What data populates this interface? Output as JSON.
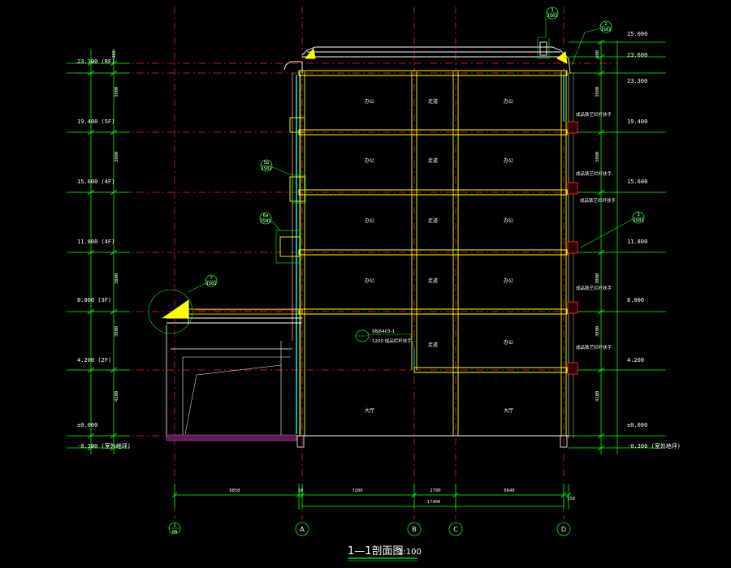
{
  "title": {
    "main": "1—1剖面图",
    "scale": "1:100"
  },
  "axes": [
    "A",
    "B",
    "C",
    "D"
  ],
  "left_axis": {
    "label": "1",
    "sub": "0A"
  },
  "dimensions": {
    "bottom_segments": [
      "6850",
      "7200",
      "2700",
      "6840"
    ],
    "bottom_total": "17400",
    "small_left": "10",
    "small_right": "150"
  },
  "levels_left": [
    {
      "value": "23.300",
      "floor": "(RF)"
    },
    {
      "value": "19.400",
      "floor": "(5F)"
    },
    {
      "value": "15.600",
      "floor": "(4F)"
    },
    {
      "value": "11.800",
      "floor": "(4F)"
    },
    {
      "value": "8.000",
      "floor": "(3F)"
    },
    {
      "value": "4.200",
      "floor": "(2F)"
    },
    {
      "value": "±0.000",
      "floor": ""
    },
    {
      "value": "-0.300",
      "floor": "(室外地坪)"
    }
  ],
  "levels_right": [
    "25.000",
    "23.600",
    "23.300",
    "19.400",
    "15.600",
    "11.800",
    "8.000",
    "4.200",
    "±0.000",
    "-0.300 (室外地坪)"
  ],
  "rooms": {
    "office": "办公",
    "corridor": "走道",
    "hall": "大厅"
  },
  "facade_note": "成品铁艺栏杆扶手",
  "railing_note": {
    "code": "98J6403-1",
    "text": "1200 成品栏杆扶手"
  },
  "detail_tags": [
    {
      "num": "1",
      "sheet": "JS01"
    },
    {
      "num": "2",
      "sheet": "JS01"
    },
    {
      "num": "5b",
      "sheet": "JS01"
    },
    {
      "num": "6a",
      "sheet": "JS01"
    },
    {
      "num": "3",
      "sheet": "JS01"
    },
    {
      "num": "7",
      "sheet": "JS01"
    }
  ],
  "colors": {
    "background": "#000000",
    "dim_lines": "#00ff00",
    "axis_lines": "#ff0000",
    "slab": "#ffff00",
    "outline": "#ffffff",
    "glass": "#00ffff",
    "hatch": "#ff3399",
    "railing": "#ff0000"
  }
}
